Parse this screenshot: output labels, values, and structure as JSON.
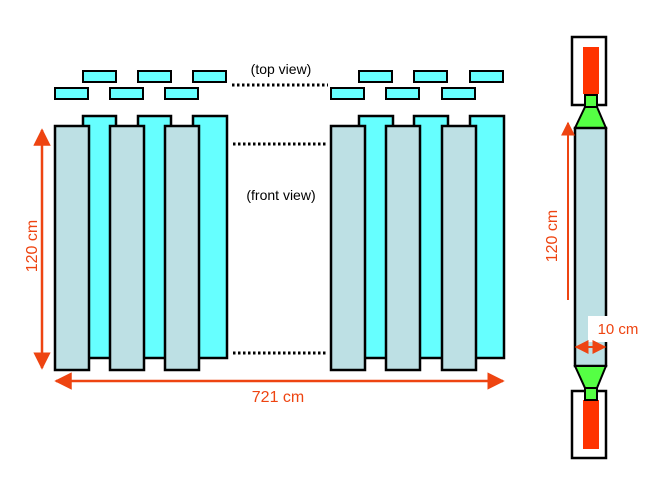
{
  "labels": {
    "top_view": "(top view)",
    "front_view": "(front view)",
    "height_left": "120 cm",
    "width_total": "721 cm",
    "height_right": "120 cm",
    "thickness": "10 cm"
  },
  "colors": {
    "light_cyan": "#bde0e4",
    "cyan": "#66ffff",
    "dimension_red": "#ee4411",
    "pmt_red": "#ff3300",
    "light_guide_green": "#55ff44",
    "outline": "#000000"
  }
}
